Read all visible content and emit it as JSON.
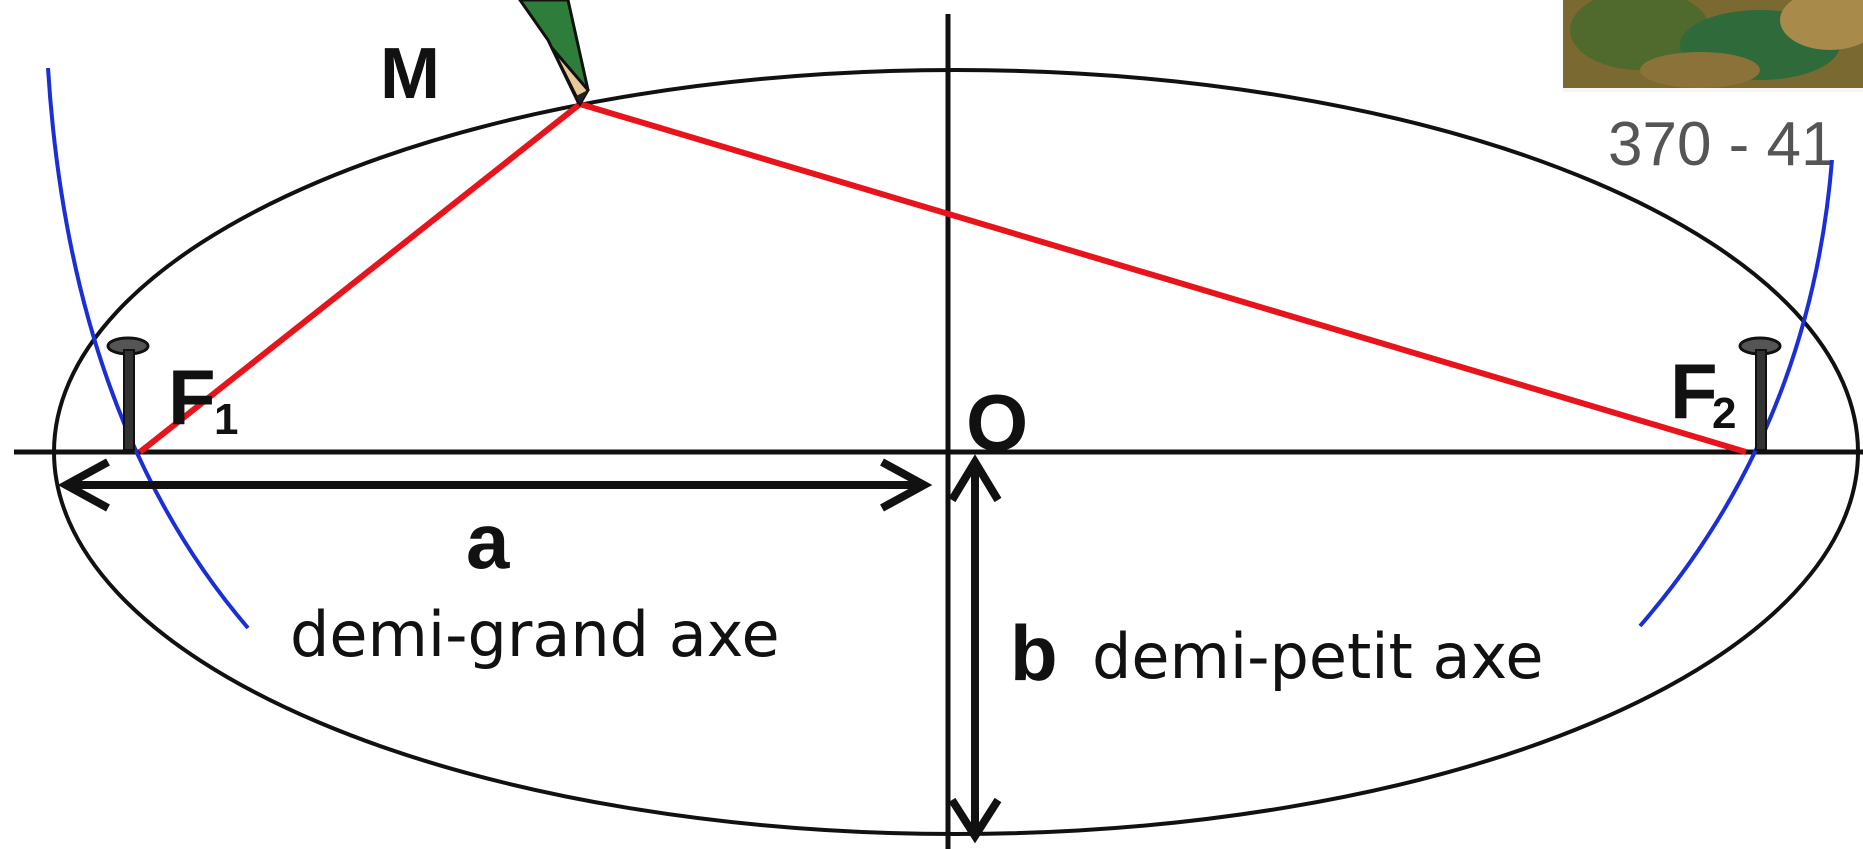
{
  "labels": {
    "point": "M",
    "focus1_letter": "F",
    "focus1_sub": "1",
    "focus2_letter": "F",
    "focus2_sub": "2",
    "origin": "O",
    "a": "a",
    "b": "b",
    "semi_major": "demi-grand axe",
    "semi_minor": "demi-petit axe",
    "reference": "370 - 41"
  },
  "colors": {
    "string": "#e8141c",
    "arc": "#1a2fd6",
    "ink": "#111111",
    "pencil_wood": "#e9c99a",
    "pencil_body": "#2e7d3a",
    "photo": "#6b5a2a"
  },
  "icons": {
    "pencil": "pencil-icon",
    "nail_left": "nail-icon",
    "nail_right": "nail-icon",
    "photo": "painting-thumbnail"
  }
}
